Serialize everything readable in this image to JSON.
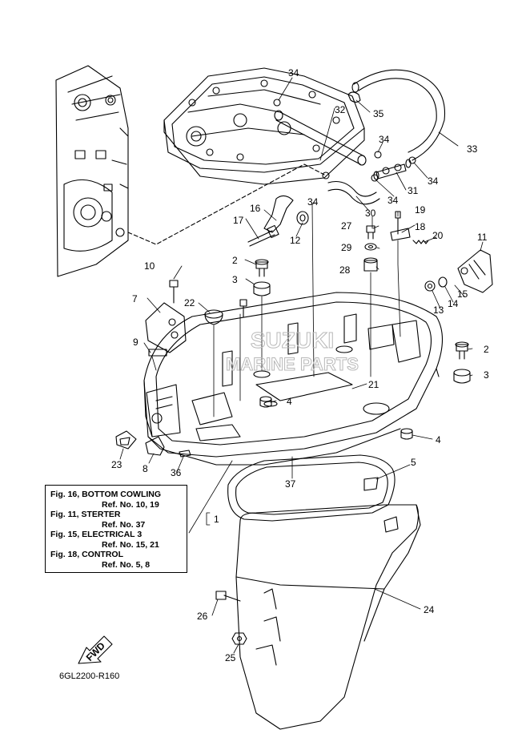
{
  "diagram_code": "6GL2200-R160",
  "fwd_arrow_label": "FWD",
  "watermark": {
    "line1": "SUZUKI",
    "line2": "MARINE PARTS"
  },
  "reference_box": {
    "rows": [
      {
        "title": "Fig. 16, BOTTOM COWLING",
        "ref": "Ref. No. 10, 19"
      },
      {
        "title": "Fig. 11, STERTER",
        "ref": "Ref. No. 37"
      },
      {
        "title": "Fig. 15, ELECTRICAL 3",
        "ref": "Ref. No. 15, 21"
      },
      {
        "title": "Fig. 18, CONTROL",
        "ref": "Ref. No. 5, 8"
      }
    ]
  },
  "callouts": {
    "n1": "1",
    "n2a": "2",
    "n2b": "2",
    "n3a": "3",
    "n3b": "3",
    "n4a": "4",
    "n4b": "4",
    "n5": "5",
    "n7": "7",
    "n8": "8",
    "n9": "9",
    "n10": "10",
    "n11": "11",
    "n12": "12",
    "n13": "13",
    "n14": "14",
    "n15": "15",
    "n16": "16",
    "n17": "17",
    "n18": "18",
    "n19": "19",
    "n20": "20",
    "n21": "21",
    "n22": "22",
    "n23": "23",
    "n24": "24",
    "n25": "25",
    "n26": "26",
    "n27": "27",
    "n28": "28",
    "n29": "29",
    "n30": "30",
    "n31": "31",
    "n32": "32",
    "n33": "33",
    "n34a": "34",
    "n34b": "34",
    "n34c": "34",
    "n34d": "34",
    "n34e": "34",
    "n35": "35",
    "n36": "36",
    "n37": "37"
  }
}
